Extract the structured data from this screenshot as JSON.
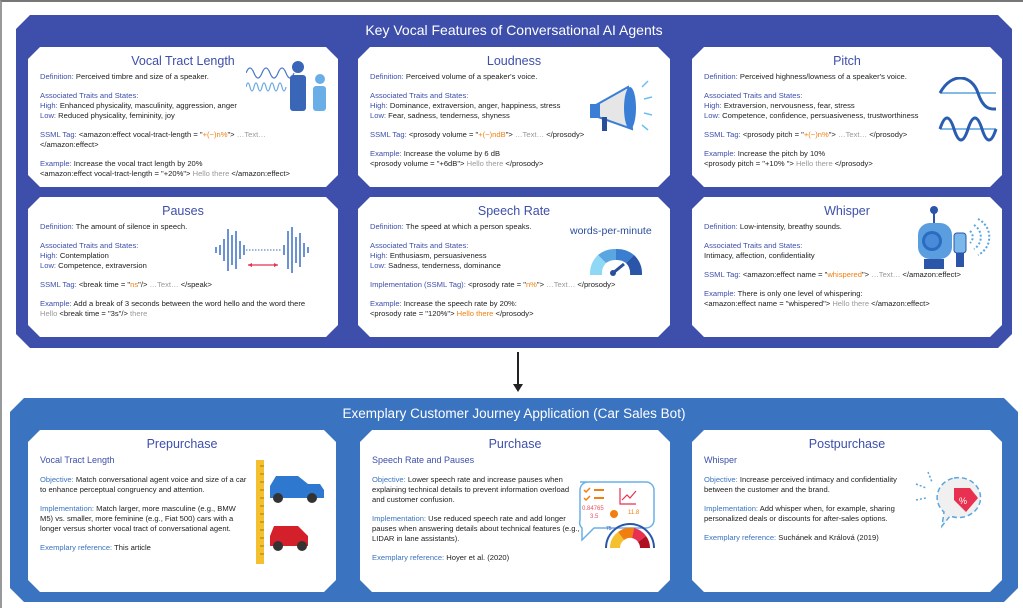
{
  "top": {
    "title": "Key Vocal Features of Conversational AI Agents",
    "cards": [
      {
        "title": "Vocal Tract Length",
        "def_label": "Definition:",
        "def": "Perceived timbre and size of a speaker.",
        "traits_label": "Associated Traits and States:",
        "high_label": "High:",
        "high": "Enhanced physicality, masculinity, aggression, anger",
        "low_label": "Low:",
        "low": "Reduced physicality, femininity, joy",
        "ssml_label": "SSML Tag:",
        "ssml_pre": "<amazon:effect vocal-tract-length = \"",
        "ssml_val": "+(−)n%",
        "ssml_mid": "\">",
        "ssml_text": " …Text… ",
        "ssml_post": "</amazon:effect>",
        "ex_label": "Example:",
        "ex": "Increase the vocal tract length by 20%",
        "ex_pre": "<amazon:effect vocal-tract-length = \"+20%\">",
        "ex_hello": " Hello there ",
        "ex_post": "</amazon:effect>"
      },
      {
        "title": "Loudness",
        "def_label": "Definition:",
        "def": "Perceived volume of a speaker's voice.",
        "traits_label": "Associated Traits and States:",
        "high_label": "High:",
        "high": "Dominance, extraversion, anger, happiness, stress",
        "low_label": "Low:",
        "low": "Fear, sadness, tenderness, shyness",
        "ssml_label": "SSML Tag:",
        "ssml_pre": "<prosody volume = \"",
        "ssml_val": "+(−)ndB",
        "ssml_mid": "\">",
        "ssml_text": " …Text… ",
        "ssml_post": "</prosody>",
        "ex_label": "Example:",
        "ex": "Increase the volume by 6 dB",
        "ex_pre": "<prosody volume = \"+6dB\">",
        "ex_hello": " Hello there ",
        "ex_post": "</prosody>"
      },
      {
        "title": "Pitch",
        "def_label": "Definition:",
        "def": "Perceived highness/lowness of a speaker's voice.",
        "traits_label": "Associated Traits and States:",
        "high_label": "High:",
        "high": "Extraversion, nervousness, fear, stress",
        "low_label": "Low:",
        "low": "Competence, confidence, persuasiveness, trustworthiness",
        "ssml_label": "SSML Tag:",
        "ssml_pre": "<prosody pitch = \"",
        "ssml_val": "+(−)n%",
        "ssml_mid": "\">",
        "ssml_text": " …Text… ",
        "ssml_post": "</prosody>",
        "ex_label": "Example:",
        "ex": "Increase the pitch by 10%",
        "ex_pre": "<prosody pitch = \"+10% \">",
        "ex_hello": " Hello there ",
        "ex_post": "</prosody>"
      },
      {
        "title": "Pauses",
        "def_label": "Definition:",
        "def": "The amount of silence in speech.",
        "traits_label": "Associated Traits and States:",
        "high_label": "High:",
        "high": "Contemplation",
        "low_label": "Low:",
        "low": "Competence, extraversion",
        "ssml_label": "SSML Tag:",
        "ssml_pre": "<break time = \"",
        "ssml_val": "ns",
        "ssml_mid": "\"/>",
        "ssml_text": " …Text… ",
        "ssml_post": "</speak>",
        "ex_label": "Example:",
        "ex": "Add a break of 3 seconds between the word hello and the word there",
        "ex_hello": " Hello ",
        "ex_pre": "<break time = \"3s\"/>",
        "ex_post": " there"
      },
      {
        "title": "Speech Rate",
        "icon_text": "words-per-minute",
        "def_label": "Definition:",
        "def": "The speed at which a person speaks.",
        "traits_label": "Associated Traits and States:",
        "high_label": "High:",
        "high": "Enthusiasm, persuasiveness",
        "low_label": "Low:",
        "low": "Sadness, tenderness, dominance",
        "ssml_label": "Implementation (SSML Tag):",
        "ssml_pre": "<prosody rate = \"",
        "ssml_val": "n%",
        "ssml_mid": "\">",
        "ssml_text": " …Text… ",
        "ssml_post": "</prosody>",
        "ex_label": "Example:",
        "ex": "Increase the speech rate by 20%:",
        "ex_pre": "<prosody rate = \"120%\">",
        "ex_hello": " Hello there ",
        "ex_post": "</prosody>"
      },
      {
        "title": "Whisper",
        "def_label": "Definition:",
        "def": "Low-intensity, breathy sounds.",
        "traits_label": "Associated Traits and States:",
        "traits": "Intimacy, affection, confidentiality",
        "ssml_label": "SSML Tag:",
        "ssml_pre": "<amazon:effect name = \"",
        "ssml_val": "whispered",
        "ssml_mid": "\">",
        "ssml_text": " …Text… ",
        "ssml_post": "</amazon:effect>",
        "ex_label": "Example:",
        "ex": "There is only one level of whispering:",
        "ex_pre": "<amazon:effect name = \"whispered\">",
        "ex_hello": " Hello there ",
        "ex_post": "</amazon:effect>"
      }
    ]
  },
  "bottom": {
    "title": "Exemplary Customer Journey Application (Car Sales Bot)",
    "cards": [
      {
        "title": "Prepurchase",
        "feature": "Vocal Tract Length",
        "obj_label": "Objective:",
        "obj": "Match conversational agent voice and size of a car to enhance perceptual congruency and attention.",
        "impl_label": "Implementation:",
        "impl": "Match larger, more masculine (e.g., BMW M5) vs. smaller, more feminine (e.g., Fiat 500) cars with a longer versus shorter vocal tract of conversational agent.",
        "ref_label": "Exemplary reference:",
        "ref": "This article"
      },
      {
        "title": "Purchase",
        "feature": "Speech Rate and Pauses",
        "obj_label": "Objective:",
        "obj": "Lower speech rate and increase pauses when explaining technical details to prevent information overload and customer confusion.",
        "impl_label": "Implementation:",
        "impl": "Use reduced speech rate and add longer pauses when answering details about technical features (e.g., LIDAR in lane assistants).",
        "ref_label": "Exemplary reference:",
        "ref": "Hoyer et al. (2020)",
        "icon_nums": [
          "0.84765",
          "3.5",
          "11.8",
          "75"
        ]
      },
      {
        "title": "Postpurchase",
        "feature": "Whisper",
        "obj_label": "Objective:",
        "obj": "Increase perceived intimacy and confidentiality between the customer and the brand.",
        "impl_label": "Implementation:",
        "impl": "Add whisper when, for example, sharing personalized deals or discounts for after-sales options.",
        "ref_label": "Exemplary reference:",
        "ref": "Suchánek and Králová (2019)",
        "icon_text": "%"
      }
    ]
  },
  "colors": {
    "top_panel": "#3d4fab",
    "bottom_panel": "#3a73bf",
    "accent": "#f07f10"
  }
}
